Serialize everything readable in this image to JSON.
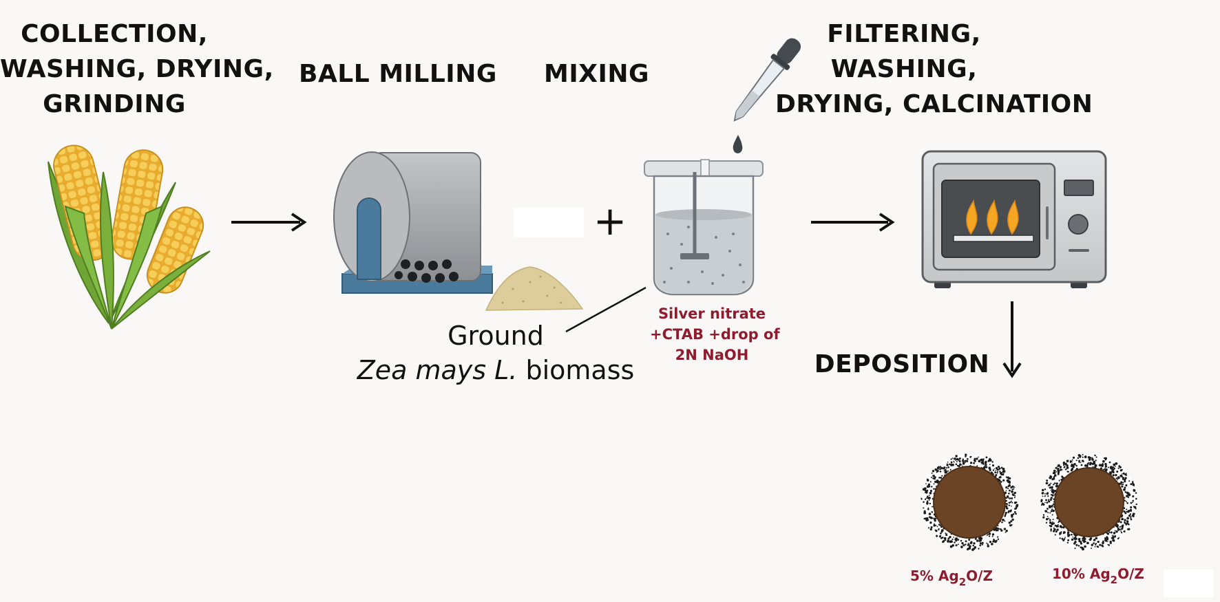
{
  "steps": {
    "collection": {
      "lines": [
        "COLLECTION,",
        "WASHING, DRYING,",
        "GRINDING"
      ]
    },
    "ball_milling": {
      "lines": [
        "BALL MILLING"
      ]
    },
    "mixing": {
      "lines": [
        "MIXING"
      ]
    },
    "filtering": {
      "lines": [
        "FILTERING,",
        "WASHING,",
        "DRYING, CALCINATION"
      ]
    },
    "deposition": {
      "lines": [
        "DEPOSITION"
      ]
    }
  },
  "biomass_caption": {
    "line1": "Ground",
    "line2_italic": "Zea mays L.",
    "line2_rest": " biomass"
  },
  "reagents": {
    "lines": [
      "Silver nitrate",
      "+CTAB +drop of",
      "2N NaOH"
    ]
  },
  "plus_sign": "+",
  "samples": [
    {
      "pct": "5% Ag",
      "sub": "2",
      "rest": "O/Z"
    },
    {
      "pct": "10% Ag",
      "sub": "2",
      "rest": "O/Z"
    }
  ],
  "colors": {
    "title": "#111111",
    "reagent_text": "#8e1b2e",
    "corn_kernel": "#f2c14e",
    "husk": "#7fb23d",
    "mill_body": "#a9abae",
    "mill_base": "#4f7e9e",
    "oven_body": "#d9dadb",
    "flame": "#f5a623",
    "particle_core": "#6b4426"
  },
  "icons": [
    "corn-icon",
    "ball-mill-icon",
    "powder-pile-icon",
    "dropper-icon",
    "beaker-icon",
    "microwave-oven-icon",
    "nanoparticle-icon"
  ]
}
